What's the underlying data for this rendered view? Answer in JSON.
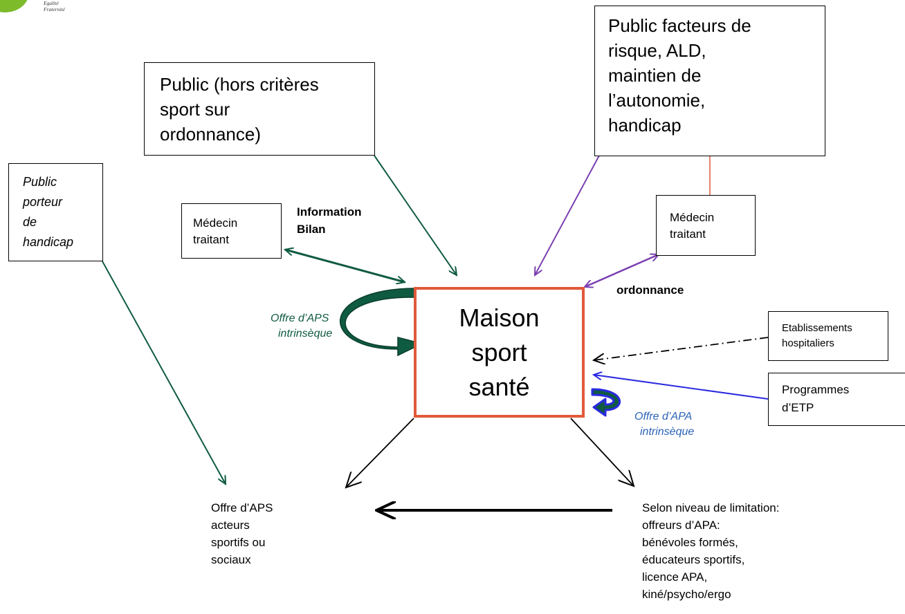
{
  "logo": {
    "motto_line1": "Egalité",
    "motto_line2": "Fraternité"
  },
  "boxes": {
    "public_hors_criteres": [
      "Public (hors critères",
      "sport sur",
      "ordonnance)"
    ],
    "public_facteurs": [
      "Public facteurs de",
      "risque, ALD,",
      "maintien de",
      "l’autonomie,",
      "handicap"
    ],
    "public_handicap": [
      "Public",
      "porteur",
      "de",
      "handicap"
    ],
    "medecin_left": [
      "Médecin",
      "traitant"
    ],
    "medecin_right": [
      "Médecin",
      "traitant"
    ],
    "maison": [
      "Maison",
      "sport",
      "santé"
    ],
    "etablissements": [
      "Etablissements",
      "hospitaliers"
    ],
    "programmes": [
      "Programmes",
      "d’ETP"
    ]
  },
  "labels": {
    "information_bilan": [
      "Information",
      "Bilan"
    ],
    "ordonnance": "ordonnance",
    "offre_aps_intrinseque": [
      "Offre d’APS",
      "intrinsèque"
    ],
    "offre_apa_intrinseque": [
      "Offre d’APA",
      "intrinsèque"
    ],
    "offre_aps_acteurs": [
      "Offre d’APS",
      "acteurs",
      "sportifs ou",
      "sociaux"
    ],
    "selon_niveau": [
      "Selon niveau de limitation:",
      "offreurs d’APA:",
      "bénévoles formés,",
      "éducateurs sportifs,",
      "licence APA,",
      "kiné/psycho/ergo"
    ]
  },
  "colors": {
    "dark_green": "#0f5b41",
    "purple": "#7b3fb0",
    "blue": "#2a2ae0",
    "red_border": "#e05a3a",
    "offre_apa_text": "#2a62b8",
    "black": "#000000"
  }
}
